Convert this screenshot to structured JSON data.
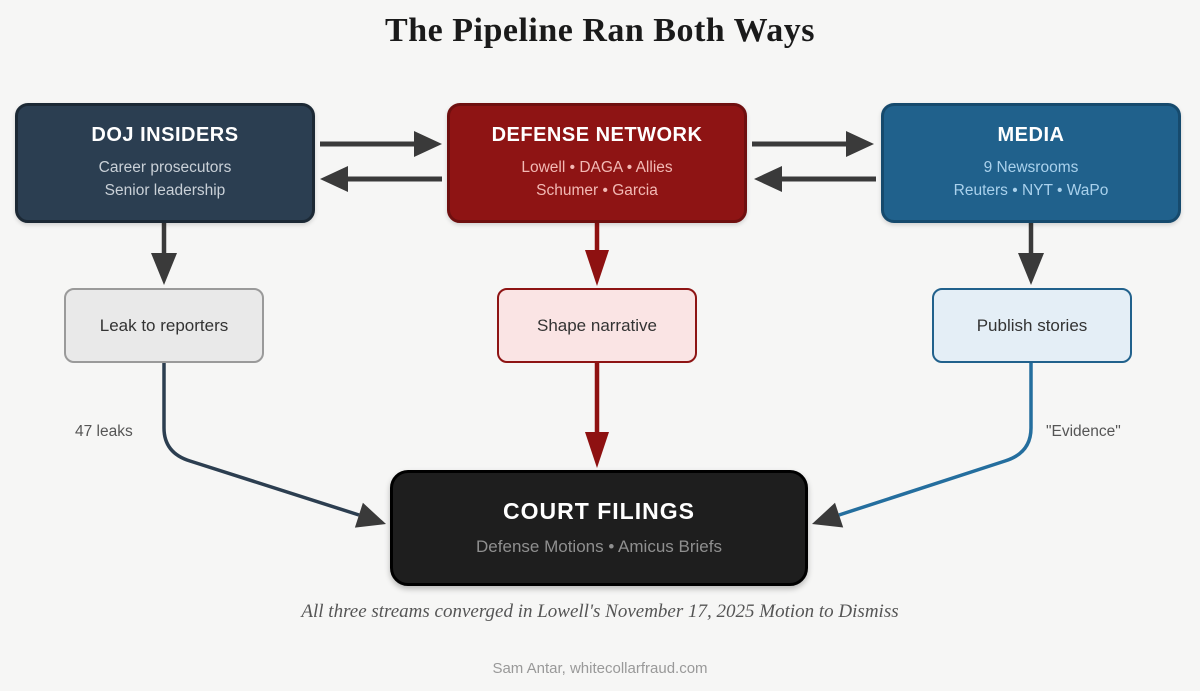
{
  "title": "The Pipeline Ran Both Ways",
  "nodes": {
    "doj": {
      "title": "DOJ INSIDERS",
      "line1": "Career prosecutors",
      "line2": "Senior leadership"
    },
    "defense": {
      "title": "DEFENSE NETWORK",
      "line1": "Lowell • DAGA • Allies",
      "line2": "Schumer • Garcia"
    },
    "media": {
      "title": "MEDIA",
      "line1": "9 Newsrooms",
      "line2": "Reuters • NYT • WaPo"
    },
    "leak": {
      "label": "Leak to reporters"
    },
    "shape": {
      "label": "Shape narrative"
    },
    "publish": {
      "label": "Publish stories"
    },
    "court": {
      "title": "COURT FILINGS",
      "subtitle": "Defense Motions • Amicus Briefs"
    }
  },
  "edge_labels": {
    "leaks": "47 leaks",
    "evidence": "\"Evidence\""
  },
  "caption": "All three streams converged in Lowell's November 17, 2025 Motion to Dismiss",
  "credit": "Sam Antar, whitecollarfraud.com",
  "colors": {
    "background": "#f6f6f5",
    "ink": "#1a1a1a",
    "arrow_gray": "#3a3a3a",
    "arrow_red": "#8e1111",
    "curve_navy": "#2c3e50",
    "curve_blue": "#246e9e",
    "box_navy": "#2b3e51",
    "box_red": "#8e1414",
    "box_blue": "#20618c",
    "box_black": "#1e1e1e"
  }
}
